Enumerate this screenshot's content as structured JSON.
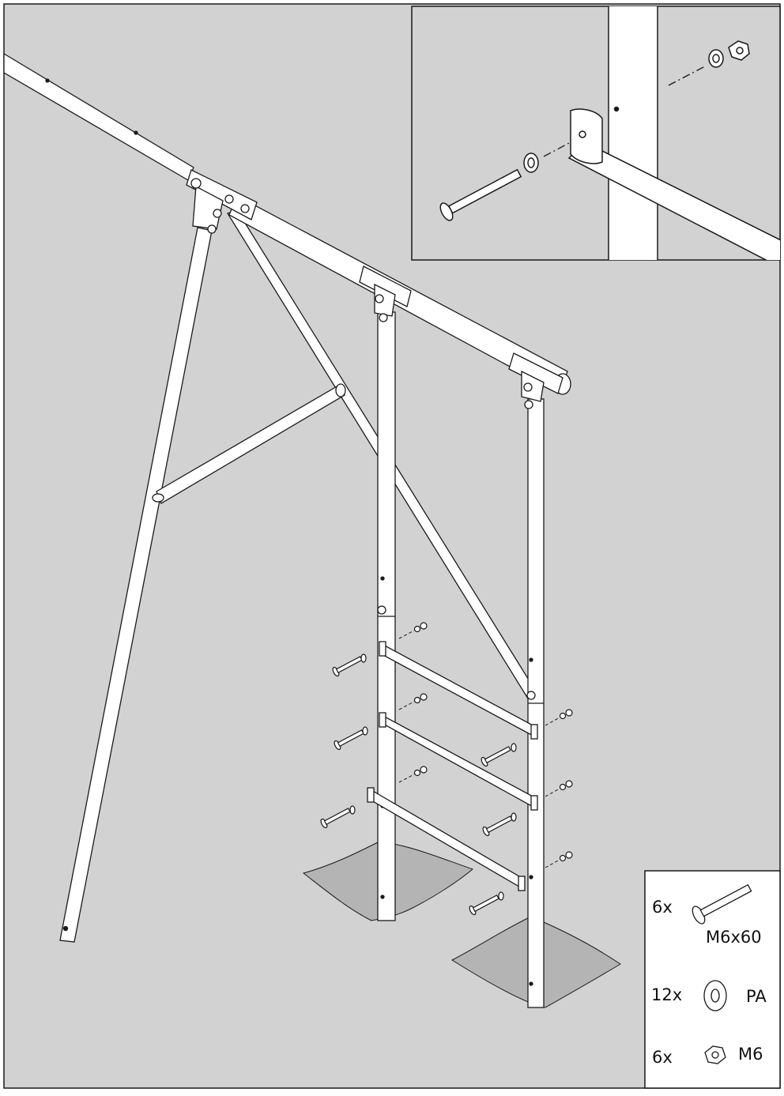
{
  "parts_list": [
    {
      "quantity": "6x",
      "name": "M6x60",
      "icon": "carriage-bolt-icon"
    },
    {
      "quantity": "12x",
      "name": "PA",
      "icon": "washer-icon"
    },
    {
      "quantity": "6x",
      "name": "M6",
      "icon": "lock-nut-icon"
    }
  ],
  "colors": {
    "background_grey": "#d2d2d2",
    "ground_patch_grey": "#b4b4b4",
    "line": "#1a1a1a",
    "part_fill": "#ffffff"
  }
}
